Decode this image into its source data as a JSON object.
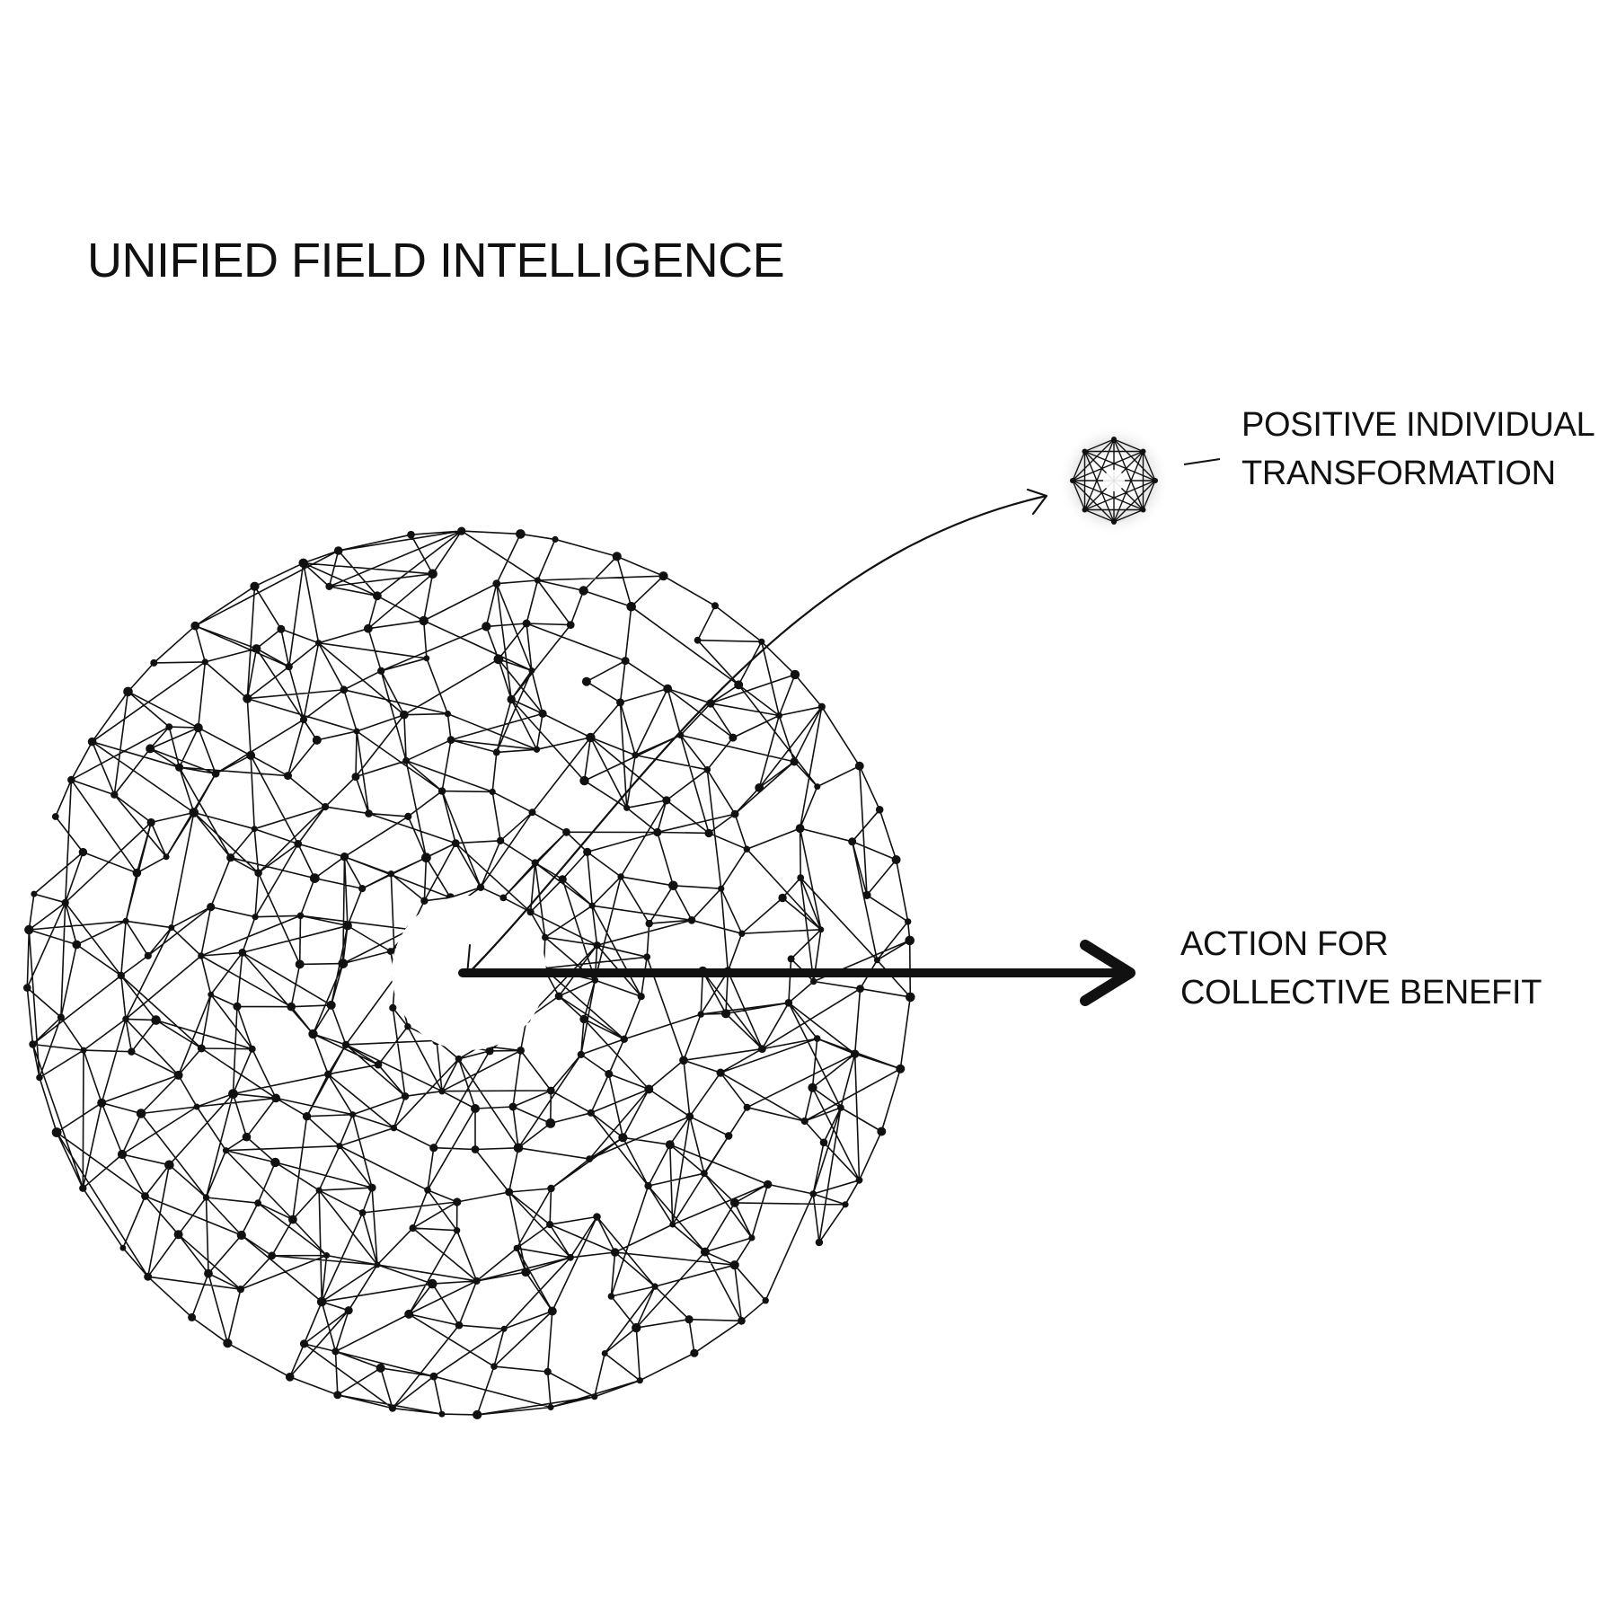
{
  "title": "UNIFIED FIELD INTELLIGENCE",
  "label_individual": {
    "line1": "POSITIVE INDIVIDUAL",
    "line2": "TRANSFORMATION"
  },
  "label_collective": {
    "line1": "ACTION FOR",
    "line2": "COLLECTIVE BENEFIT"
  },
  "colors": {
    "background": "#ffffff",
    "ink": "#111111"
  },
  "icons": [
    "network-torus-icon",
    "small-polyhedron-icon",
    "curved-arrow-icon",
    "straight-arrow-icon"
  ]
}
